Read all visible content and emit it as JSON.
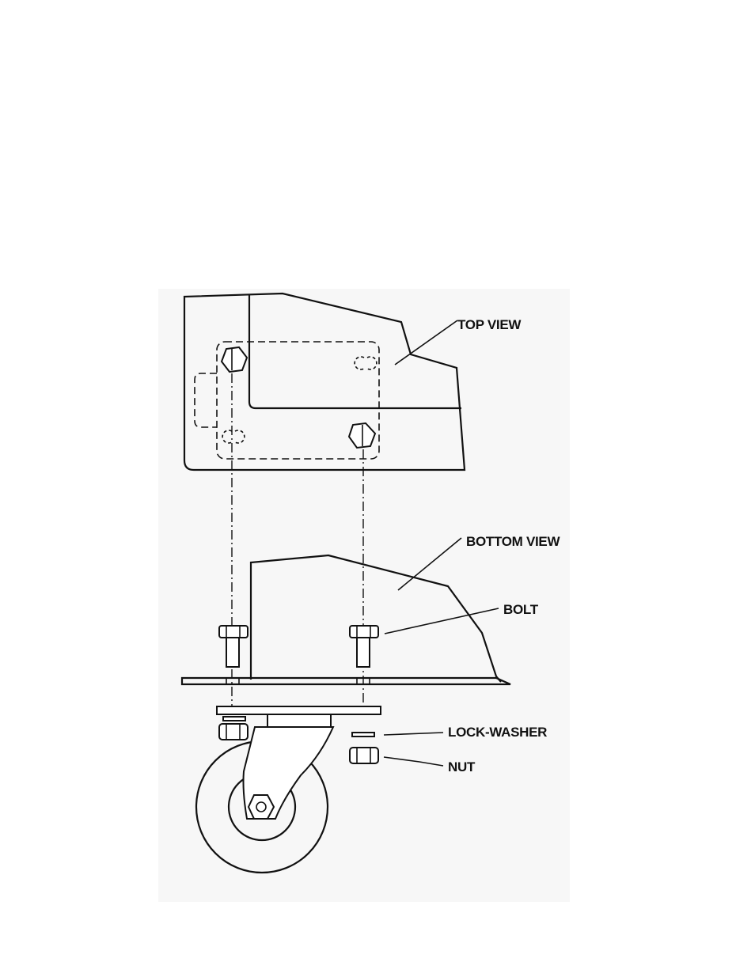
{
  "labels": {
    "top_view": "TOP VIEW",
    "bottom_view": "BOTTOM VIEW",
    "bolt": "BOLT",
    "lock_washer": "LOCK-WASHER",
    "nut": "NUT"
  },
  "colors": {
    "line": "#111111",
    "background": "#ffffff",
    "panel": "#f6f6f6"
  }
}
